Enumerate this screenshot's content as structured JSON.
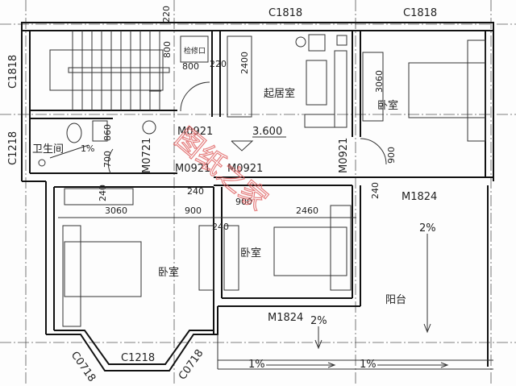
{
  "plan": {
    "windows": {
      "top_living": "C1818",
      "top_bedroom": "C1818",
      "left_stair": "C1818",
      "left_bath": "C1218",
      "bay_front": "C1218",
      "bay_left": "C0718",
      "bay_right": "C0718"
    },
    "doors": {
      "stair_door": "M0921",
      "hall_left": "M0921",
      "hall_mid": "M0921",
      "right_bedroom": "M0921",
      "bath": "M0721",
      "balcony_right": "M1824",
      "balcony_mid": "M1824"
    },
    "rooms": {
      "living": "起居室",
      "bedroom_right": "卧室",
      "bedroom_left": "卧室",
      "bedroom_mid": "卧室",
      "bathroom": "卫生间",
      "balcony": "阳台",
      "access_hatch": "检修口"
    },
    "elevation": "3.600",
    "dimensions": {
      "d220a": "220",
      "d800a": "800",
      "d800b": "800",
      "d220b": "220",
      "d2400": "2400",
      "d3060a": "3060",
      "d900a": "900",
      "d860": "860",
      "d700": "700",
      "d240a": "240",
      "d240b": "240",
      "d3060b": "3060",
      "d900b": "900",
      "d900c": "900",
      "d240c": "240",
      "d2460": "2460",
      "d240d": "240"
    },
    "slopes": {
      "bath": "1%",
      "balcony": "2%",
      "front": "2%",
      "gutter_a": "1%",
      "gutter_b": "1%"
    },
    "watermark": "图纸之家",
    "colors": {
      "wall": "#111111",
      "watermark": "#e06060"
    }
  }
}
